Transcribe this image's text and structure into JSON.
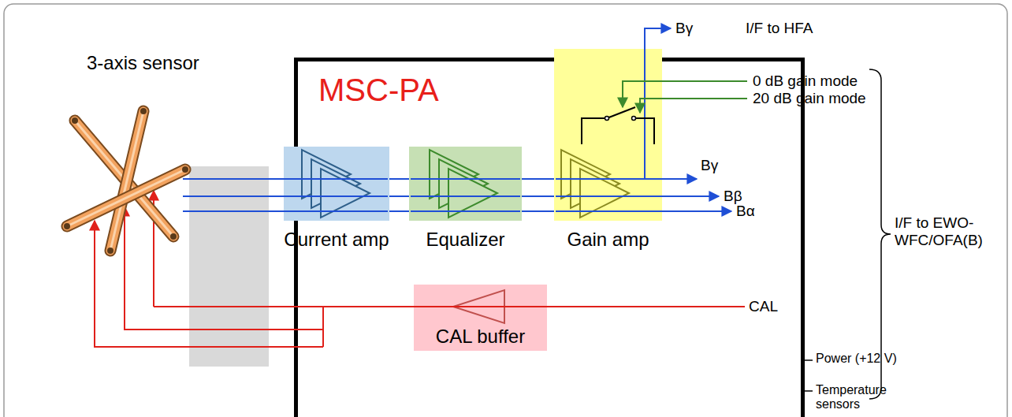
{
  "diagram": {
    "nodes": [
      {
        "text": [
          "MSC-PA"
        ]
      },
      {
        "text": [
          "Current amp"
        ],
        "in": 0
      },
      {
        "text": [
          "Equalizer"
        ],
        "in": 0
      },
      {
        "text": [
          "Gain amp"
        ],
        "in": 0
      },
      {
        "text": [
          "CAL buffer"
        ],
        "in": 0
      }
    ],
    "edges": [
      {
        "from": 1,
        "to": 2,
        "arrow": "none"
      },
      {
        "from": 2,
        "to": 3,
        "arrow": "none"
      }
    ],
    "labels": [
      "3-axis sensor",
      "Bγ",
      "I/F to HFA",
      "0 dB gain mode",
      "20 dB gain mode",
      "Bγ",
      "Bβ",
      "Bα",
      "I/F to EWO-WFC/OFA(B)",
      "CAL",
      "Power (+12 V)",
      "Temperature sensors"
    ]
  }
}
